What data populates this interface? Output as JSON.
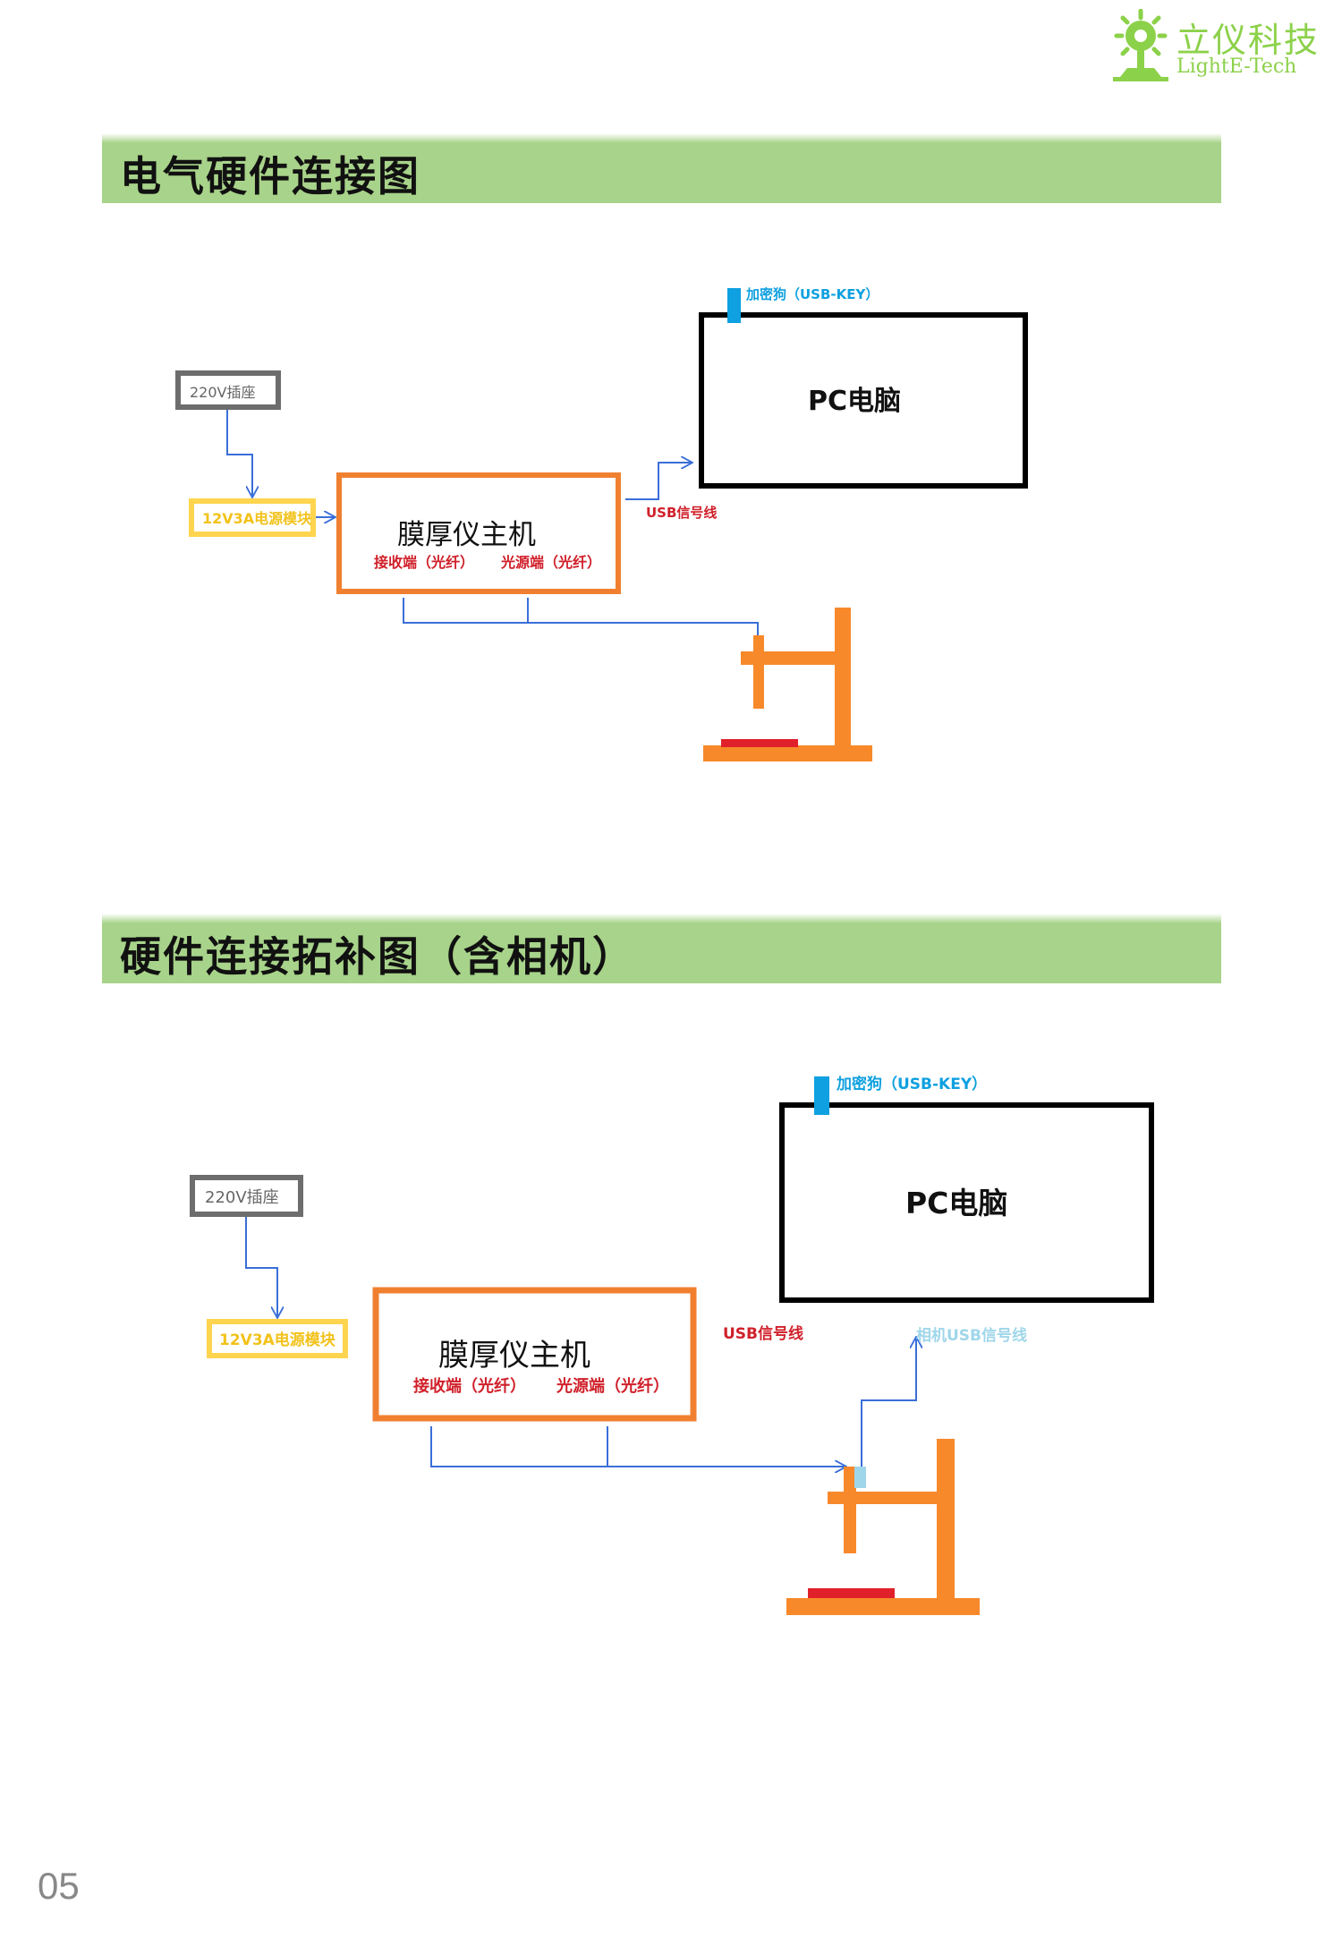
{
  "logo": {
    "cn": "立仪科技",
    "en": "LightE-Tech"
  },
  "section1": {
    "title": "电气硬件连接图",
    "socket": "220V插座",
    "power": "12V3A电源模块",
    "host": "膜厚仪主机",
    "receiver": "接收端（光纤）",
    "source": "光源端（光纤）",
    "usb": "USB信号线",
    "pc": "PC电脑",
    "key": "加密狗（USB-KEY）"
  },
  "section2": {
    "title": "硬件连接拓补图（含相机）",
    "socket": "220V插座",
    "power": "12V3A电源模块",
    "host": "膜厚仪主机",
    "receiver": "接收端（光纤）",
    "source": "光源端（光纤）",
    "usb": "USB信号线",
    "camera_usb": "相机USB信号线",
    "pc": "PC电脑",
    "key": "加密狗（USB-KEY）"
  },
  "page_number": "05",
  "colors": {
    "header": "#a8d38a",
    "orange": "#f08030",
    "stand": "#f7892b",
    "line": "#3a6fd8",
    "key": "#0ea0e0",
    "red": "#e0202a",
    "yellow": "#ffd54f",
    "camera": "#9fd6ea"
  }
}
